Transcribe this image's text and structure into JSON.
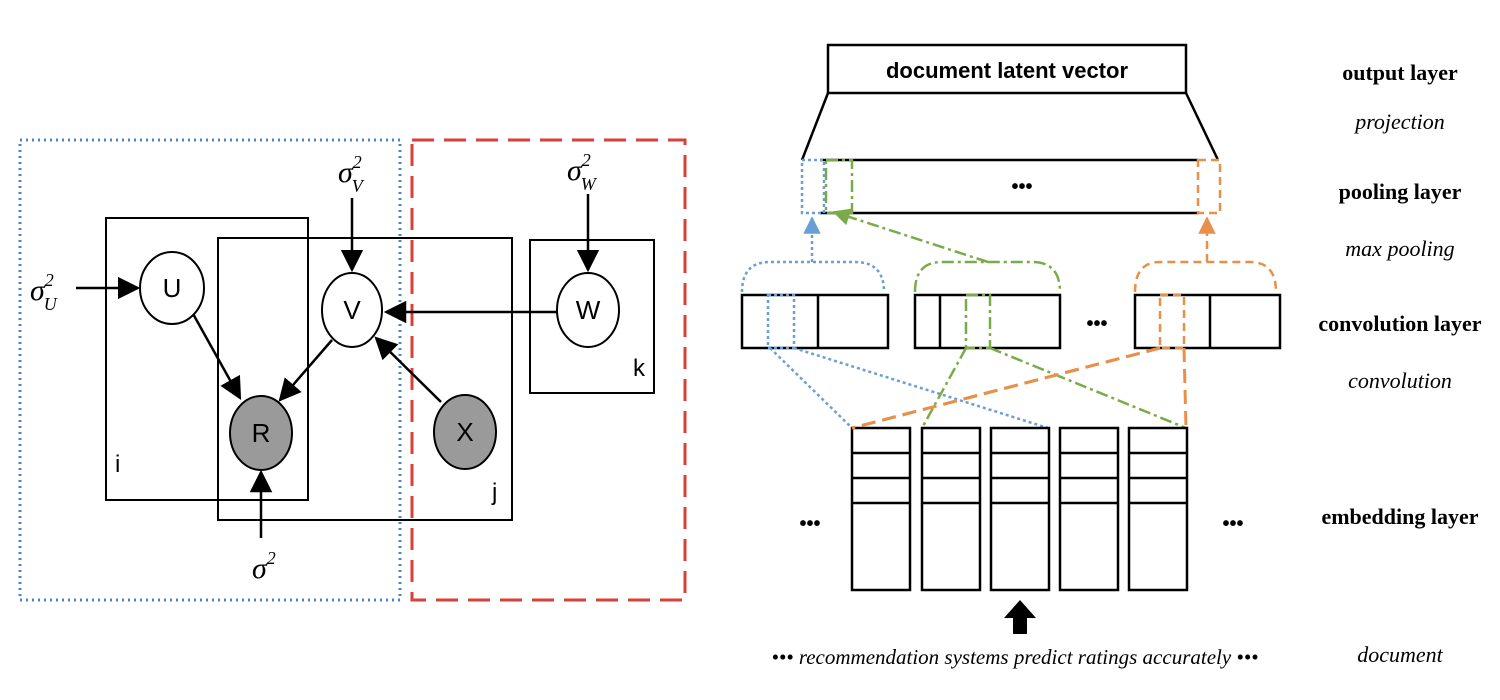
{
  "graphical_model": {
    "nodes": {
      "U": "U",
      "V": "V",
      "W": "W",
      "R": "R",
      "X": "X"
    },
    "plates": {
      "i": "i",
      "j": "j",
      "k": "k"
    },
    "hyperparams": {
      "sigma_U": {
        "base": "σ",
        "sup": "2",
        "sub": "U"
      },
      "sigma_V": {
        "base": "σ",
        "sup": "2",
        "sub": "V"
      },
      "sigma_W": {
        "base": "σ",
        "sup": "2",
        "sub": "W"
      },
      "sigma": {
        "base": "σ",
        "sup": "2"
      }
    },
    "colors": {
      "dotted_box": "#4a86c8",
      "dashed_box": "#d9403a",
      "observed_node": "#9a9a9a"
    }
  },
  "cnn": {
    "output_box": "document latent vector",
    "pooling_dots": "•••",
    "conv_dots": "•••",
    "embed_dots_left": "•••",
    "embed_dots_right": "•••",
    "document_text": "••• recommendation systems predict ratings accurately •••",
    "colors": {
      "blue": "#6a9fd6",
      "green": "#7aab48",
      "orange": "#e8904a"
    }
  },
  "layers": {
    "output": "output layer",
    "projection": "projection",
    "pooling": "pooling layer",
    "max_pooling": "max pooling",
    "convolution_layer": "convolution layer",
    "convolution": "convolution",
    "embedding": "embedding layer",
    "document": "document"
  }
}
